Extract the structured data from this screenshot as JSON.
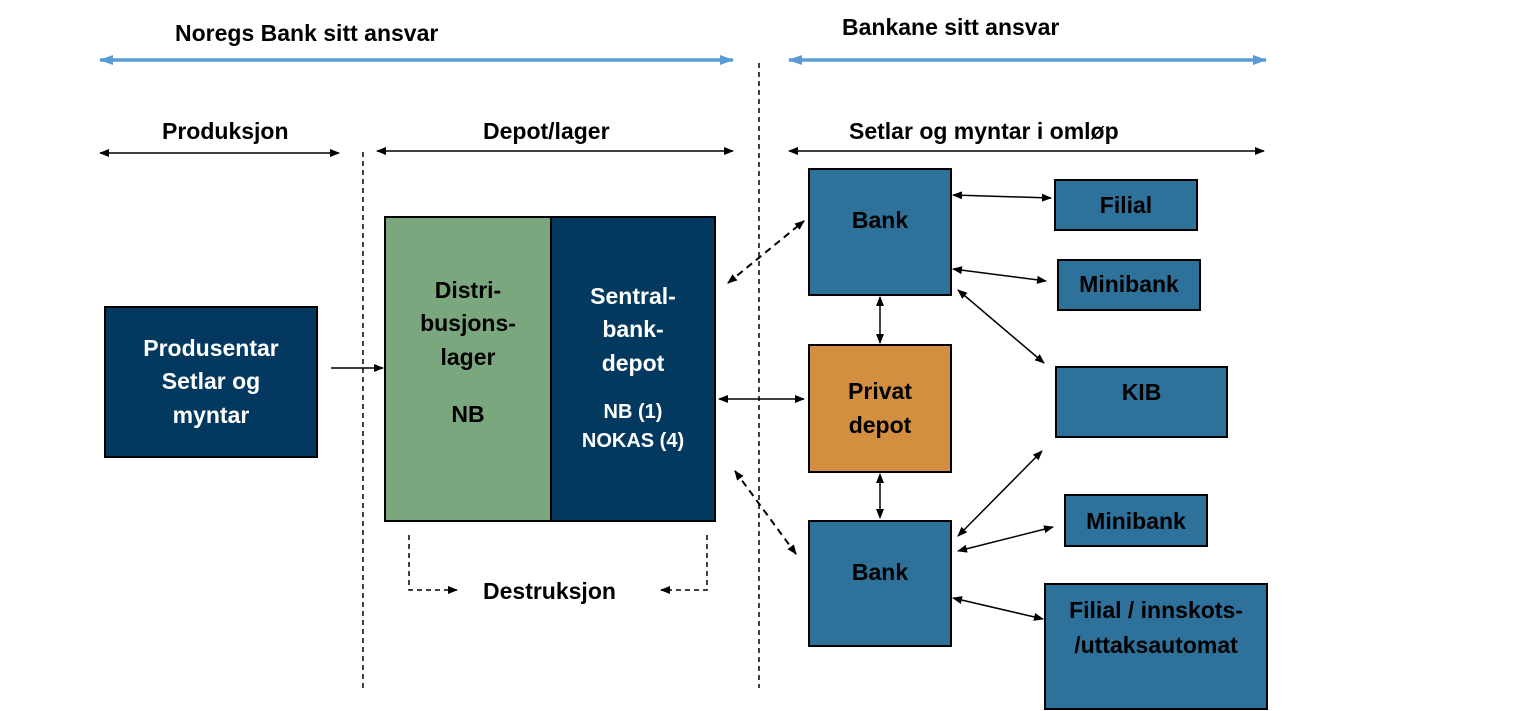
{
  "headers": {
    "noregs_bank": "Noregs Bank sitt ansvar",
    "bankane": "Bankane sitt ansvar",
    "produksjon": "Produksjon",
    "depot_lager": "Depot/lager",
    "omlop": "Setlar og myntar i omløp",
    "destruksjon": "Destruksjon"
  },
  "boxes": {
    "produsentar": [
      "Produsentar",
      "Setlar og",
      "myntar"
    ],
    "distribusjon": [
      "Distri-",
      "busjons-",
      "lager"
    ],
    "distribusjon_sub": "NB",
    "sentralbank": [
      "Sentral-",
      "bank-",
      "depot"
    ],
    "sentralbank_sub": [
      "NB (1)",
      "NOKAS (4)"
    ],
    "bank_top": "Bank",
    "privat_depot": [
      "Privat",
      "depot"
    ],
    "bank_bottom": "Bank",
    "filial": "Filial",
    "minibank_top": "Minibank",
    "kib": "KIB",
    "minibank_bottom": "Minibank",
    "filial_automat": [
      "Filial / innskots-",
      "/uttaksautomat"
    ]
  },
  "colors": {
    "navy": "#04395f",
    "teal": "#2e719a",
    "orange": "#d18f3f",
    "green": "#7ba77e",
    "responsibility_arrow": "#5b9bd5"
  }
}
